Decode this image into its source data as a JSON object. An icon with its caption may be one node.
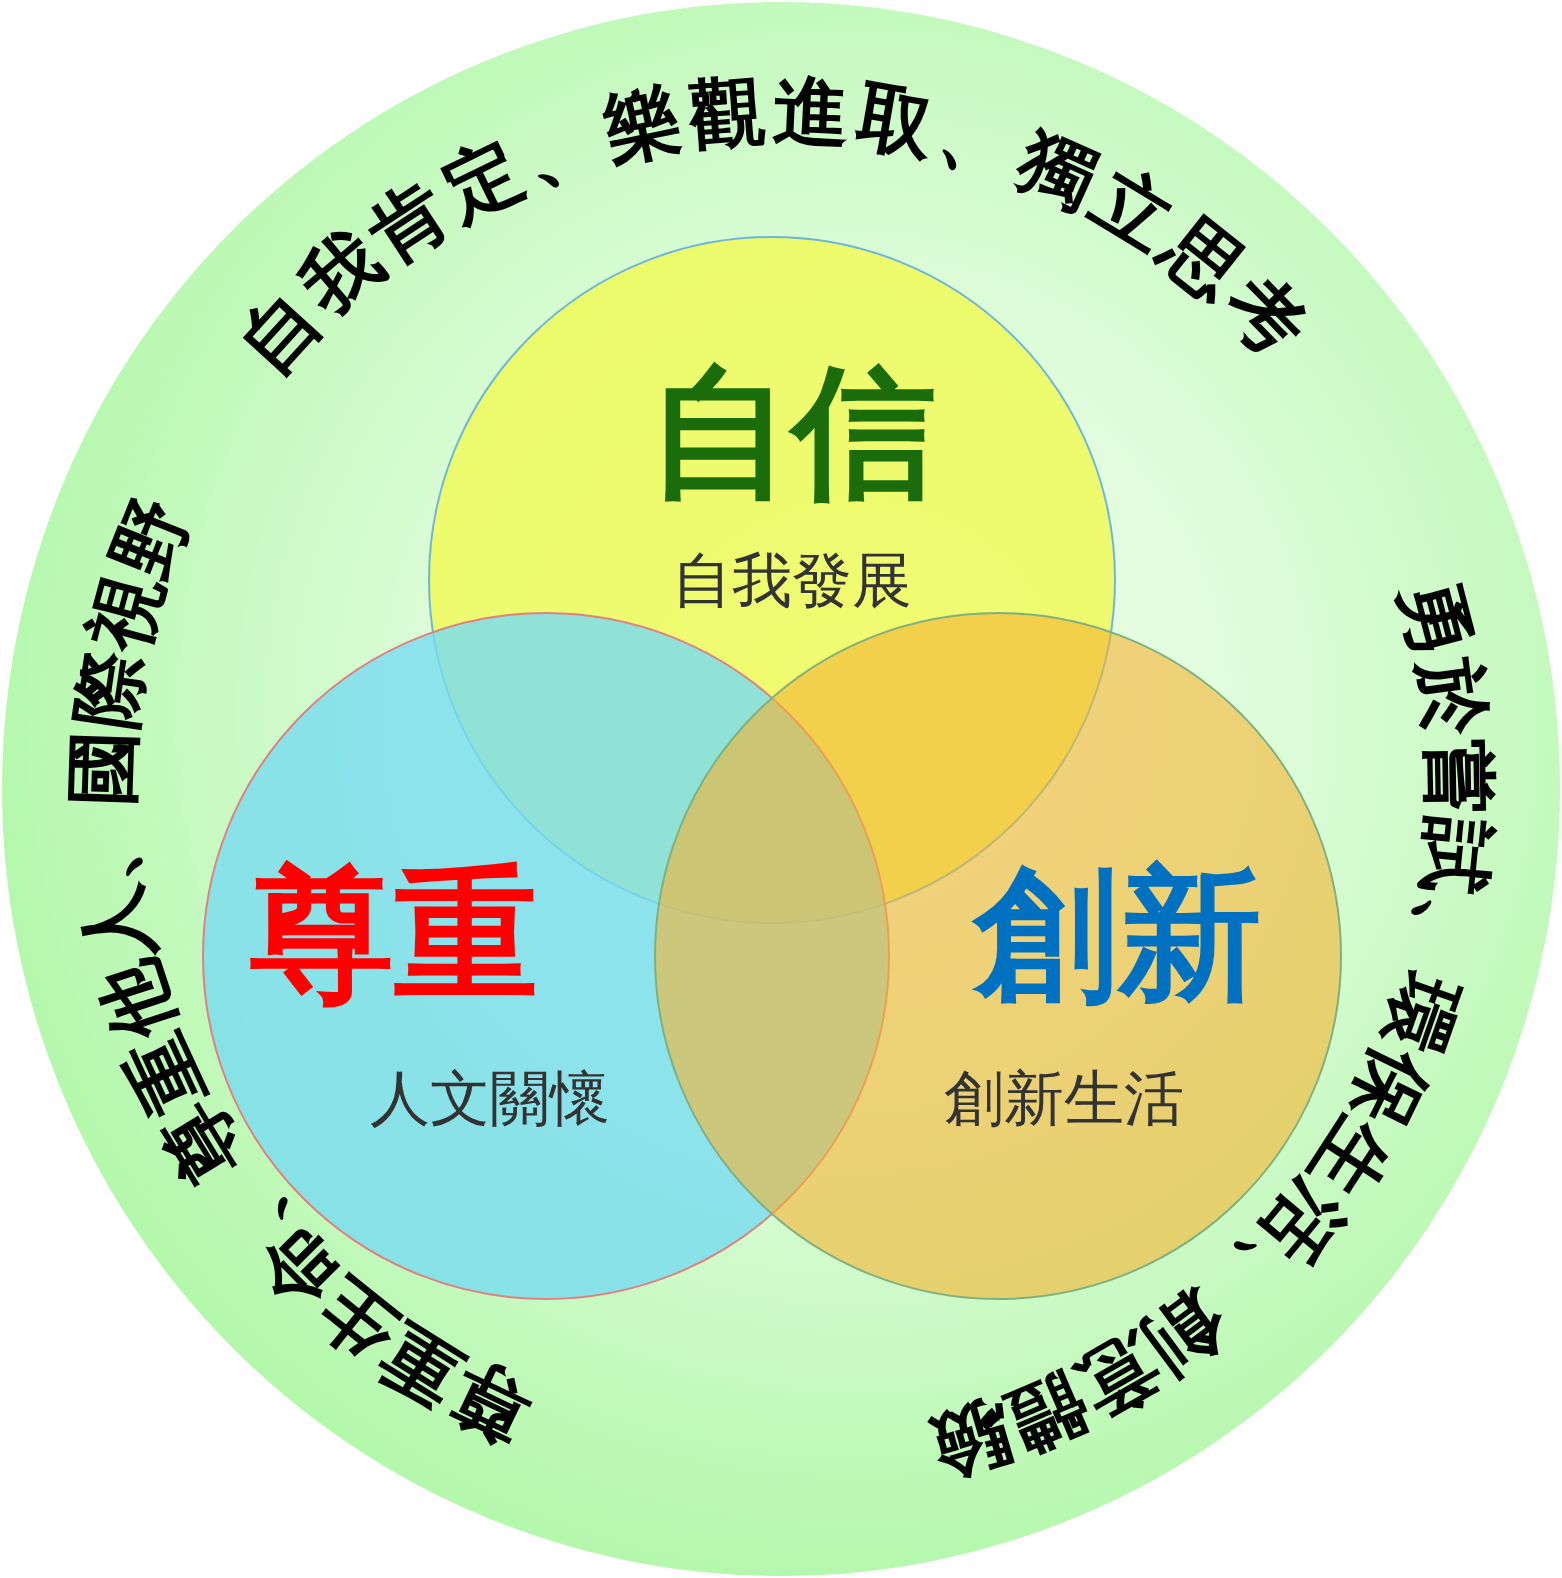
{
  "diagram": {
    "nodes": [
      {
        "text": [],
        "shape": "circle"
      },
      {
        "text": [
          "自信",
          "自我發展"
        ],
        "in": 0
      },
      {
        "text": [
          "尊重",
          "人文關懷"
        ],
        "in": 0
      },
      {
        "text": [
          "創新",
          "創新生活"
        ],
        "in": 0
      }
    ],
    "labels": [
      "自我肯定、樂觀進取、獨立思考",
      "尊重生命、尊重他人、國際視野",
      "勇於嘗試、環保生活、創意體驗"
    ]
  }
}
